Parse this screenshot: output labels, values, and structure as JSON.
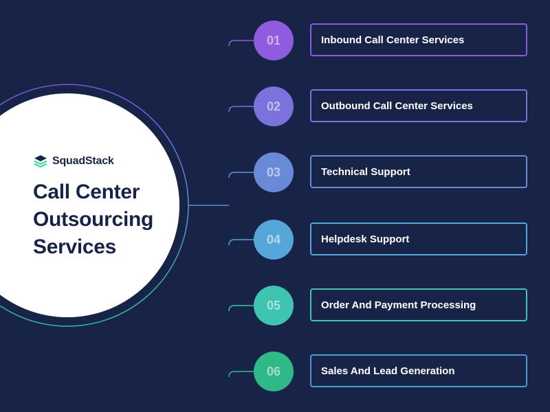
{
  "brand": {
    "name": "SquadStack",
    "logo_icon": "stacked-layers-icon",
    "logo_colors": {
      "top": "#172447",
      "bottom": "#3ddc97"
    }
  },
  "title": {
    "lines": [
      "Call Center",
      "Outsourcing",
      "Services"
    ],
    "color": "#172447"
  },
  "colors": {
    "background": "#172447",
    "hero_circle": "#ffffff",
    "ring_gradient": [
      "#7b55d6",
      "#5b8fd6",
      "#2fbf9a"
    ]
  },
  "services": [
    {
      "number": "01",
      "label": "Inbound Call Center Services",
      "color": "#8f5ce0"
    },
    {
      "number": "02",
      "label": "Outbound Call Center Services",
      "color": "#7b72dc"
    },
    {
      "number": "03",
      "label": "Technical Support",
      "color": "#6a8ad8"
    },
    {
      "number": "04",
      "label": "Helpdesk Support",
      "color": "#57a6d9"
    },
    {
      "number": "05",
      "label": "Order And Payment Processing",
      "color": "#3fc4b2"
    },
    {
      "number": "06",
      "label": "Sales And Lead Generation",
      "color": "#2fb988",
      "card_color": "#4a9bd6"
    }
  ]
}
